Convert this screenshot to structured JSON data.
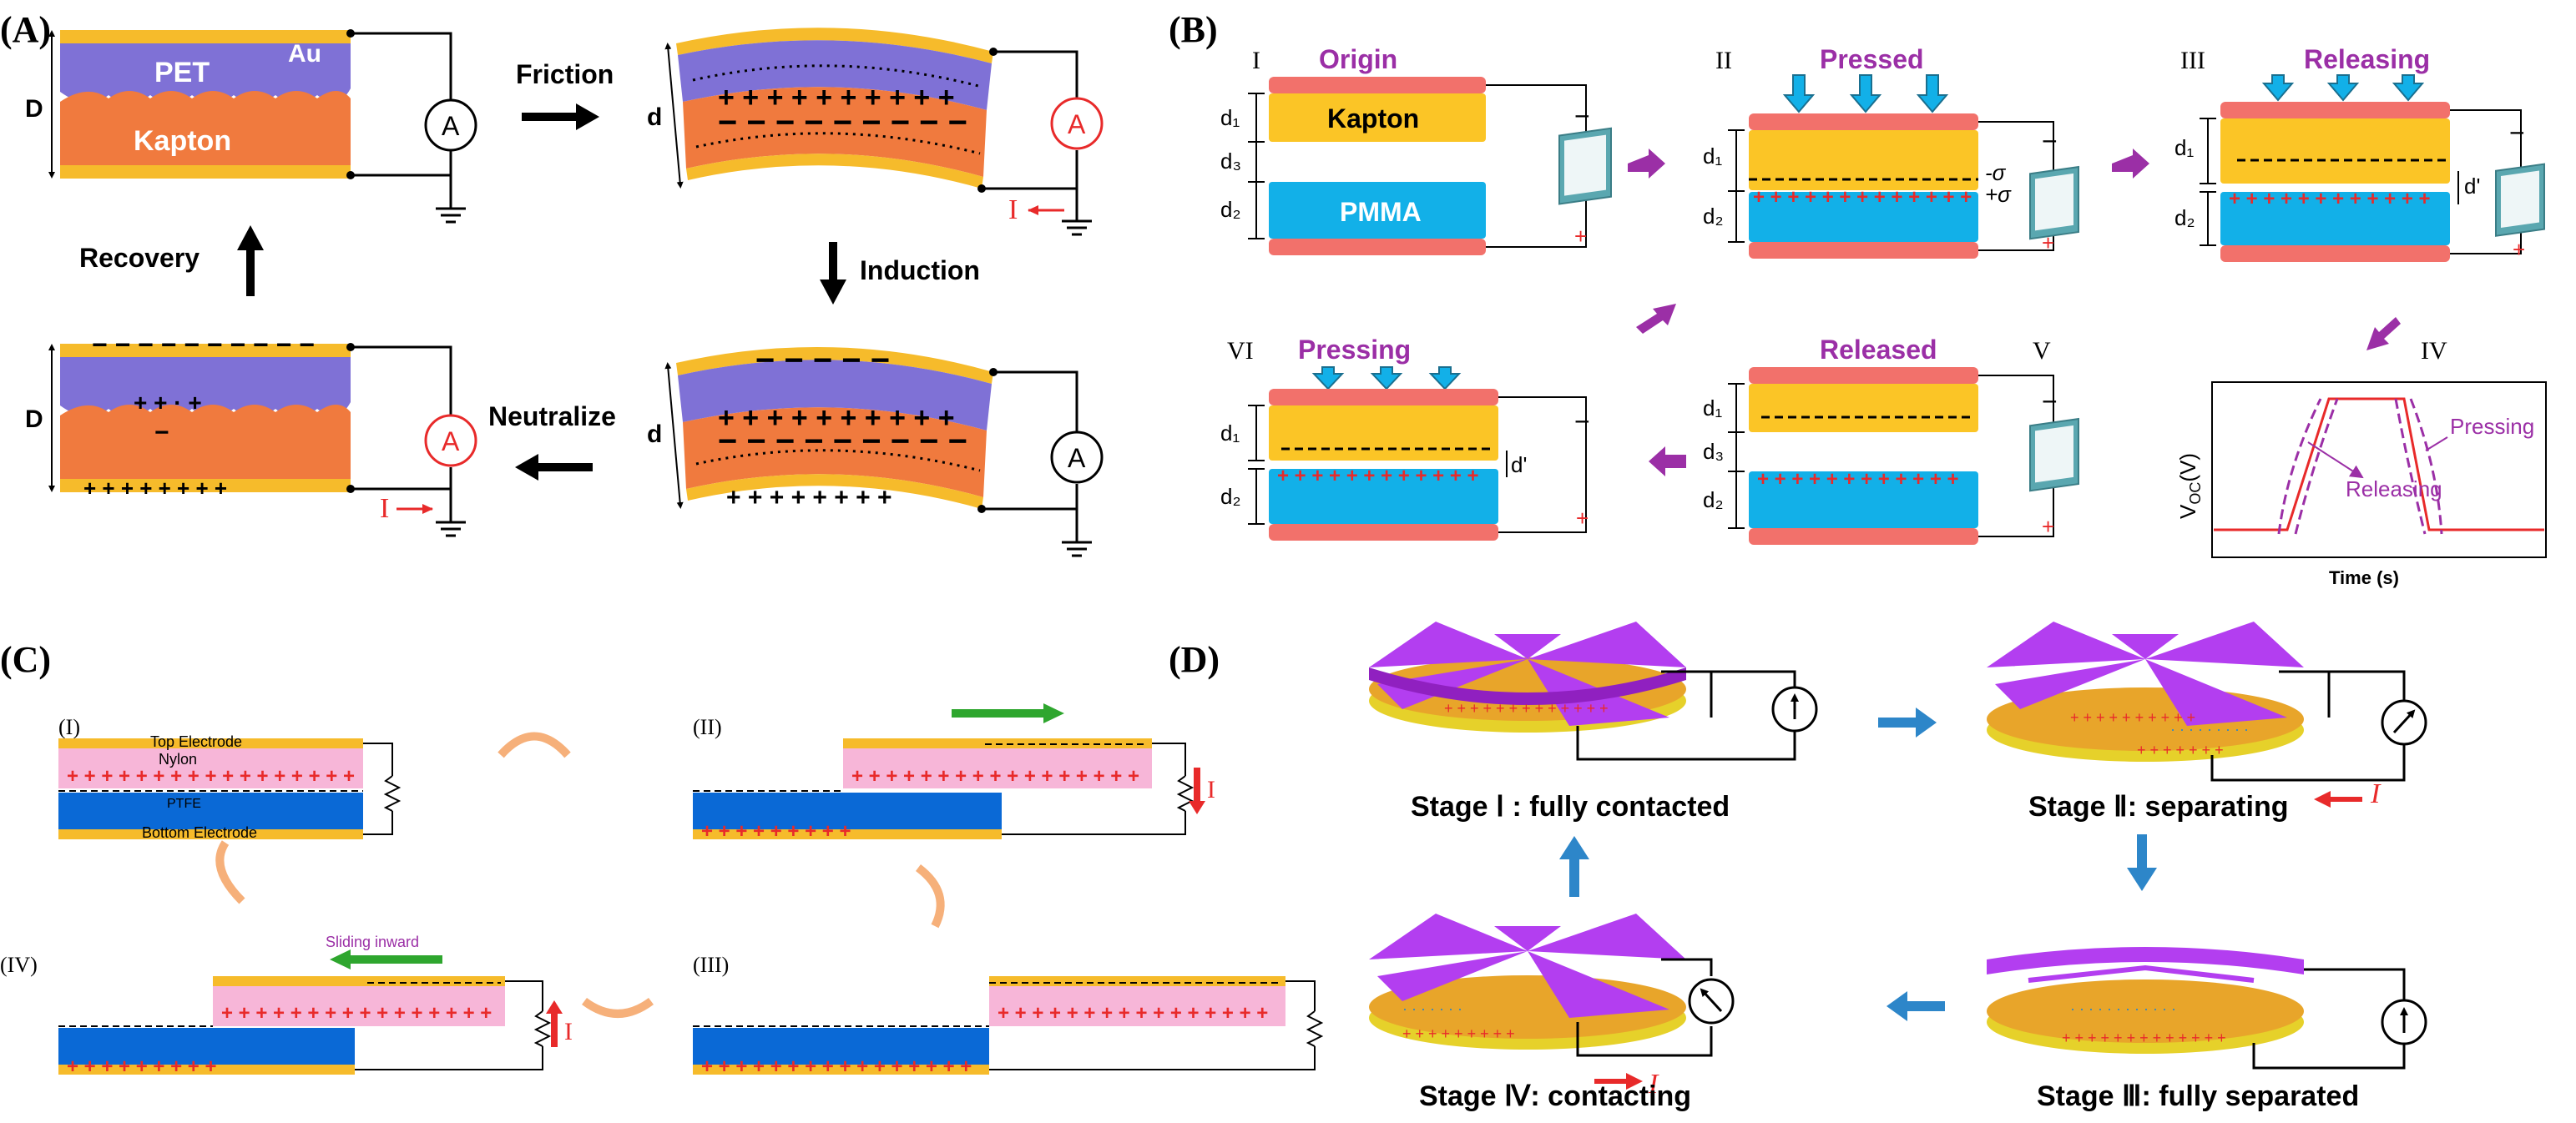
{
  "colors": {
    "pet": "#7f71d6",
    "kapton_a": "#f07a3e",
    "gold": "#f6bb2b",
    "electrode_red": "#f2716b",
    "kapton_b": "#fbc526",
    "pmma": "#12b0e8",
    "purple": "#9b2fa6",
    "charge_red": "#e82a2a",
    "nylon": "#f7b6d8",
    "ptfe": "#0a69d6",
    "green": "#2ea62e",
    "orange_arrow": "#f6b07a",
    "blade_purple": "#b33ef0",
    "film_yellow": "#e6d12a",
    "blue_arrow": "#2d86c9"
  },
  "panel_a": {
    "label": "(A)",
    "pet": "PET",
    "au": "Au",
    "kapton": "Kapton",
    "meter": "A",
    "friction": "Friction",
    "induction": "Induction",
    "neutralize": "Neutralize",
    "recovery": "Recovery",
    "D": "D",
    "d": "d",
    "current": "I"
  },
  "panel_b": {
    "label": "(B)",
    "stages": {
      "s1": {
        "numeral": "I",
        "title": "Origin"
      },
      "s2": {
        "numeral": "II",
        "title": "Pressed"
      },
      "s3": {
        "numeral": "III",
        "title": "Releasing"
      },
      "s4": {
        "numeral": "IV"
      },
      "s5": {
        "numeral": "V",
        "title": "Released"
      },
      "s6": {
        "numeral": "VI",
        "title": "Pressing"
      }
    },
    "kapton": "Kapton",
    "pmma": "PMMA",
    "d1": "d₁",
    "d2": "d₂",
    "d3": "d₃",
    "dprime": "d'",
    "minus_sigma": "-σ",
    "plus_sigma": "+σ",
    "plot": {
      "ylabel": "V",
      "ylabel_sub": "OC",
      "ylabel_unit": "(V)",
      "xlabel": "Time (s)",
      "pressing": "Pressing",
      "releasing": "Releasing"
    }
  },
  "panel_c": {
    "label": "(C)",
    "s1": "(I)",
    "s2": "(II)",
    "s3": "(III)",
    "s4": "(IV)",
    "top_electrode": "Top Electrode",
    "nylon": "Nylon",
    "ptfe": "PTFE",
    "bottom_electrode": "Bottom Electrode",
    "sliding_inward": "Sliding inward",
    "current": "I"
  },
  "panel_d": {
    "label": "(D)",
    "stage1": "Stage Ⅰ : fully contacted",
    "stage2": "Stage Ⅱ: separating",
    "stage3": "Stage Ⅲ: fully separated",
    "stage4": "Stage Ⅳ: contacting",
    "current": "I"
  }
}
